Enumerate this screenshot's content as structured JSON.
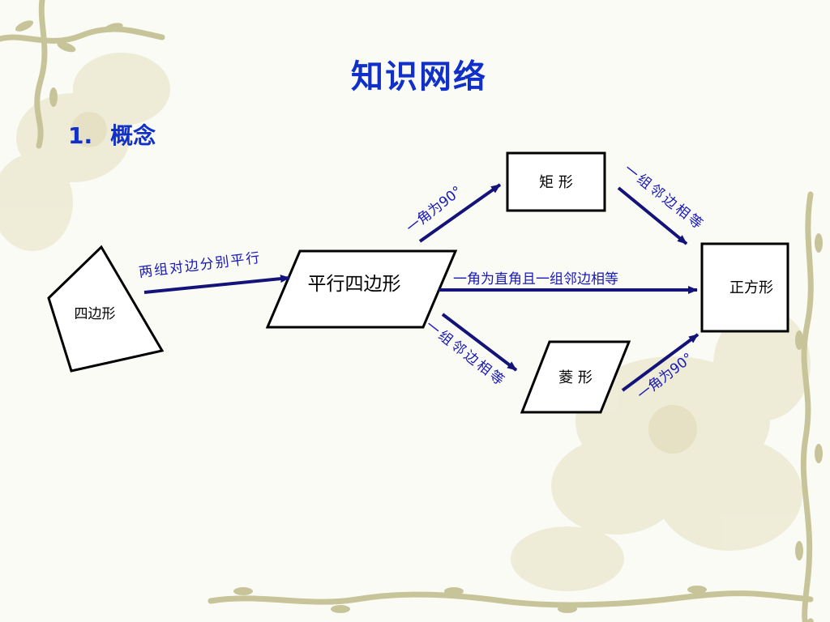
{
  "header": {
    "title": "知识网络"
  },
  "section": {
    "number": "1.",
    "title": "概念"
  },
  "nodes": {
    "quadrilateral": "四边形",
    "parallelogram": "平行四边形",
    "rectangle": "矩 形",
    "rhombus": "菱 形",
    "square": "正方形"
  },
  "edges": {
    "quad_to_para": "两组对边分别平行",
    "para_to_rect": "一角为90°",
    "para_to_square": "一角为直角且一组邻边相等",
    "para_to_rhombus": "一组邻边相等",
    "rect_to_square": "一组邻边相等",
    "rhombus_to_square": "一角为90°"
  },
  "colors": {
    "title": "#1030c8",
    "arrow": "#13137a",
    "edge_label": "#1818b8"
  }
}
